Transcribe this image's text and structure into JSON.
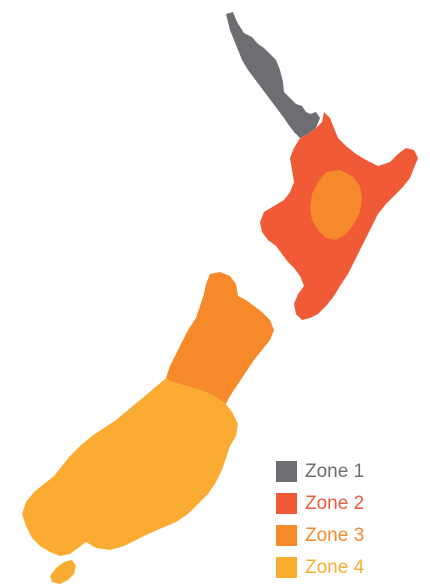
{
  "map": {
    "zones": [
      {
        "id": "zone-1",
        "label": "Zone 1",
        "color": "#6d6e71"
      },
      {
        "id": "zone-2",
        "label": "Zone 2",
        "color": "#f05a37"
      },
      {
        "id": "zone-3",
        "label": "Zone 3",
        "color": "#f6892a"
      },
      {
        "id": "zone-4",
        "label": "Zone 4",
        "color": "#f9ac31"
      }
    ]
  },
  "legend": {
    "items": [
      {
        "label": "Zone 1",
        "color": "#6d6e71",
        "label_color": "#6d6e71"
      },
      {
        "label": "Zone 2",
        "color": "#f05a37",
        "label_color": "#f05a37"
      },
      {
        "label": "Zone 3",
        "color": "#f6892a",
        "label_color": "#f6892a"
      },
      {
        "label": "Zone 4",
        "color": "#f9ac31",
        "label_color": "#f9ac31"
      }
    ]
  }
}
